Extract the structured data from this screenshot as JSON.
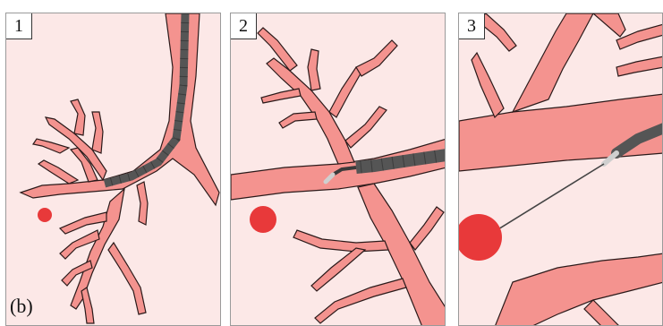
{
  "figure": {
    "panel_labels": [
      "1",
      "2",
      "3"
    ],
    "subfigure_label": "(b)"
  },
  "colors": {
    "background": "#fce8e7",
    "airway_fill": "#f4938f",
    "airway_stroke": "#2b1a1a",
    "lesion": "#e8393a",
    "scope_dark": "#555555",
    "scope_light": "#cfcfcf"
  }
}
